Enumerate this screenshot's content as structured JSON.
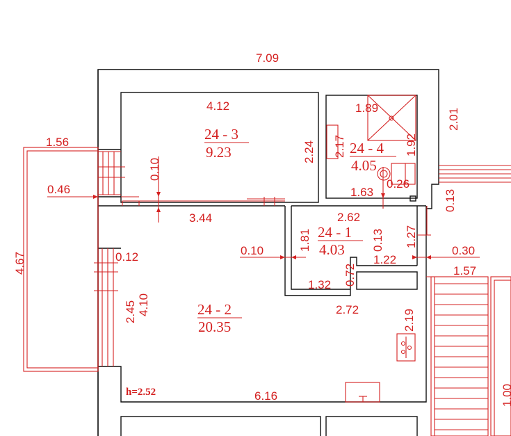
{
  "colors": {
    "wall": "#111111",
    "annotation": "#d42020",
    "background": "#ffffff"
  },
  "dimensions": {
    "total_width": "7.09",
    "room3_width": "4.12",
    "room3_height": "2.24",
    "wall_010_top": "0.10",
    "corridor_344": "3.44",
    "balcony_width": "1.56",
    "balcony_046": "0.46",
    "balcony_length": "4.67",
    "wall_012": "0.12",
    "window_245": "2.45",
    "room2_depth": "4.10",
    "room2_width": "6.16",
    "room2_272": "2.72",
    "room2_219": "2.19",
    "room4_189": "1.89",
    "room4_217": "2.17",
    "room4_192": "1.92",
    "room4_163": "1.63",
    "room4_026": "0.26",
    "right_201": "2.01",
    "right_013": "0.13",
    "room1_262": "2.62",
    "room1_181": "1.81",
    "room1_010": "0.10",
    "room1_013": "0.13",
    "room1_127": "1.27",
    "room1_122": "1.22",
    "room1_030": "0.30",
    "room1_072": "0.72",
    "room1_132": "1.32",
    "stair_157": "1.57",
    "edge_partial": "1.00"
  },
  "rooms": {
    "r3": {
      "id": "24 - 3",
      "area": "9.23"
    },
    "r4": {
      "id": "24 - 4",
      "area": "4.05"
    },
    "r1": {
      "id": "24 - 1",
      "area": "4.03"
    },
    "r2": {
      "id": "24 - 2",
      "area": "20.35"
    }
  },
  "ceiling_height": "h=2.52"
}
